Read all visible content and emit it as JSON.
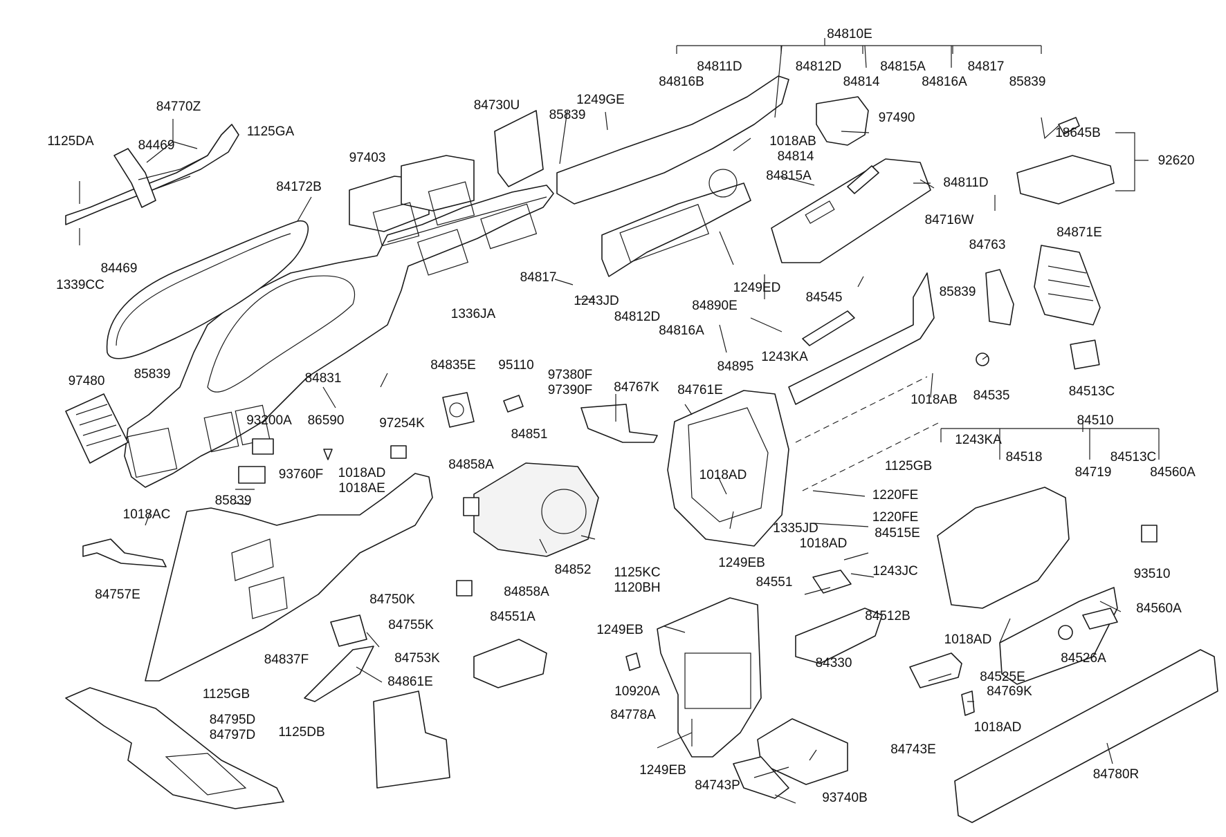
{
  "title": "",
  "labels": {
    "l_84810E": "84810E",
    "l_84811D_a": "84811D",
    "l_84812D_a": "84812D",
    "l_84815A_a": "84815A",
    "l_84817_a": "84817",
    "l_84816B": "84816B",
    "l_84814_a": "84814",
    "l_84816A_a": "84816A",
    "l_85839_a": "85839",
    "l_84730U": "84730U",
    "l_1249GE": "1249GE",
    "l_85839_b": "85839",
    "l_97490": "97490",
    "l_18645B": "18645B",
    "l_92620": "92620",
    "l_1018AB_a": "1018AB",
    "l_84814_b": "84814",
    "l_84815A_b": "84815A",
    "l_84811D_b": "84811D",
    "l_84770Z": "84770Z",
    "l_1125DA": "1125DA",
    "l_84469_a": "84469",
    "l_1125GA": "1125GA",
    "l_97403": "97403",
    "l_84172B": "84172B",
    "l_84469_b": "84469",
    "l_1339CC": "1339CC",
    "l_84716W": "84716W",
    "l_84763": "84763",
    "l_84871E": "84871E",
    "l_84817_b": "84817",
    "l_1243JD": "1243JD",
    "l_84812D_b": "84812D",
    "l_84890E": "84890E",
    "l_1249ED": "1249ED",
    "l_84545": "84545",
    "l_1336JA": "1336JA",
    "l_84816A_b": "84816A",
    "l_85839_c": "85839",
    "l_97380F": "97380F",
    "l_97390F": "97390F",
    "l_84895": "84895",
    "l_1243KA_a": "1243KA",
    "l_84535": "84535",
    "l_84513C_a": "84513C",
    "l_97480": "97480",
    "l_85839_d": "85839",
    "l_84831": "84831",
    "l_84835E": "84835E",
    "l_95110": "95110",
    "l_84767K": "84767K",
    "l_84761E": "84761E",
    "l_1018AB_b": "1018AB",
    "l_93200A": "93200A",
    "l_86590": "86590",
    "l_97254K": "97254K",
    "l_84851": "84851",
    "l_84510": "84510",
    "l_1243KA_b": "1243KA",
    "l_84518": "84518",
    "l_84513C_b": "84513C",
    "l_84719": "84719",
    "l_84560A_a": "84560A",
    "l_1018AD_a": "1018AD",
    "l_1125GB_a": "1125GB",
    "l_93760F": "93760F",
    "l_1018AD_b": "1018AD",
    "l_1018AE": "1018AE",
    "l_84858A_a": "84858A",
    "l_85839_e": "85839",
    "l_1018AC": "1018AC",
    "l_1220FE_a": "1220FE",
    "l_1220FE_b": "1220FE",
    "l_84515E": "84515E",
    "l_1335JD": "1335JD",
    "l_1018AD_c": "1018AD",
    "l_1249EB_a": "1249EB",
    "l_1243JC": "1243JC",
    "l_93510": "93510",
    "l_84757E": "84757E",
    "l_84750K": "84750K",
    "l_84852": "84852",
    "l_1125KC": "1125KC",
    "l_1120BH": "1120BH",
    "l_84551": "84551",
    "l_84858A_b": "84858A",
    "l_84512B": "84512B",
    "l_84560A_b": "84560A",
    "l_84551A": "84551A",
    "l_84755K": "84755K",
    "l_1249EB_b": "1249EB",
    "l_1018AD_d": "1018AD",
    "l_84526A": "84526A",
    "l_84837F": "84837F",
    "l_84753K": "84753K",
    "l_84330": "84330",
    "l_84525E": "84525E",
    "l_1125GB_b": "1125GB",
    "l_84861E": "84861E",
    "l_10920A": "10920A",
    "l_84769K": "84769K",
    "l_84795D": "84795D",
    "l_84797D": "84797D",
    "l_1125DB": "1125DB",
    "l_84778A": "84778A",
    "l_1018AD_e": "1018AD",
    "l_84743E": "84743E",
    "l_1249EB_c": "1249EB",
    "l_84780R": "84780R",
    "l_84743P": "84743P",
    "l_93740B": "93740B"
  }
}
